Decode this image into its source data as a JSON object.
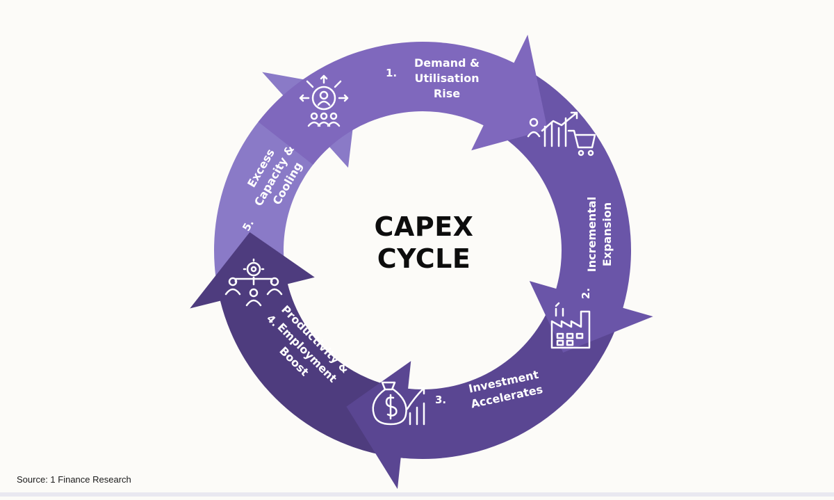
{
  "diagram": {
    "title_lines": [
      "CAPEX",
      "CYCLE"
    ],
    "steps": [
      {
        "number": "1.",
        "lines": [
          "Demand &",
          "Utilisation",
          "Rise"
        ],
        "icon": "growth-chart-cart-icon",
        "color": "#7f68bd"
      },
      {
        "number": "2.",
        "lines": [
          "Incremental",
          "Expansion"
        ],
        "icon": "factory-icon",
        "color": "#6a55a8"
      },
      {
        "number": "3.",
        "lines": [
          "Investment",
          "Accelerates"
        ],
        "icon": "money-bag-growth-icon",
        "color": "#5a4692"
      },
      {
        "number": "4.",
        "lines": [
          "Productivity &",
          "Employment",
          "Boost"
        ],
        "icon": "team-gear-icon",
        "color": "#4e3c7e"
      },
      {
        "number": "5.",
        "lines": [
          "Excess",
          "Capacity &",
          "Cooling"
        ],
        "icon": "people-network-icon",
        "color": "#8a7ac7"
      }
    ]
  },
  "footer": {
    "source": "Source: 1 Finance Research"
  }
}
